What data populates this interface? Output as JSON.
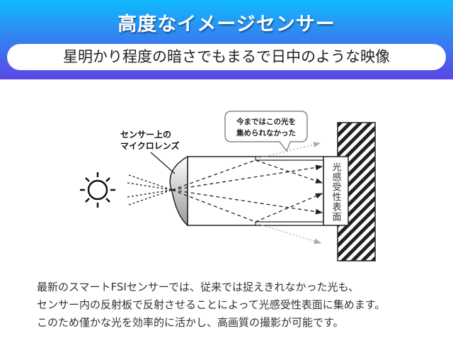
{
  "header": {
    "title": "高度なイメージセンサー",
    "subtitle": "星明かり程度の暗さでもまるで日中のような映像"
  },
  "diagram": {
    "lens_label": [
      "センサー上の",
      "マイクロレンズ"
    ],
    "bubble": [
      "今まではこの光を",
      "集められなかった"
    ],
    "surface_label": "光感受性表面"
  },
  "description": [
    "最新のスマートFSIセンサーでは、従来では捉えきれなかった光も、",
    "センサー内の反射板で反射させることによって光感受性表面に集めます。",
    "このため僅かな光を効率的に活かし、高画質の撮影が可能です。"
  ],
  "colors": {
    "header_top": "#0fbafd",
    "header_bottom": "#5b46e6"
  }
}
